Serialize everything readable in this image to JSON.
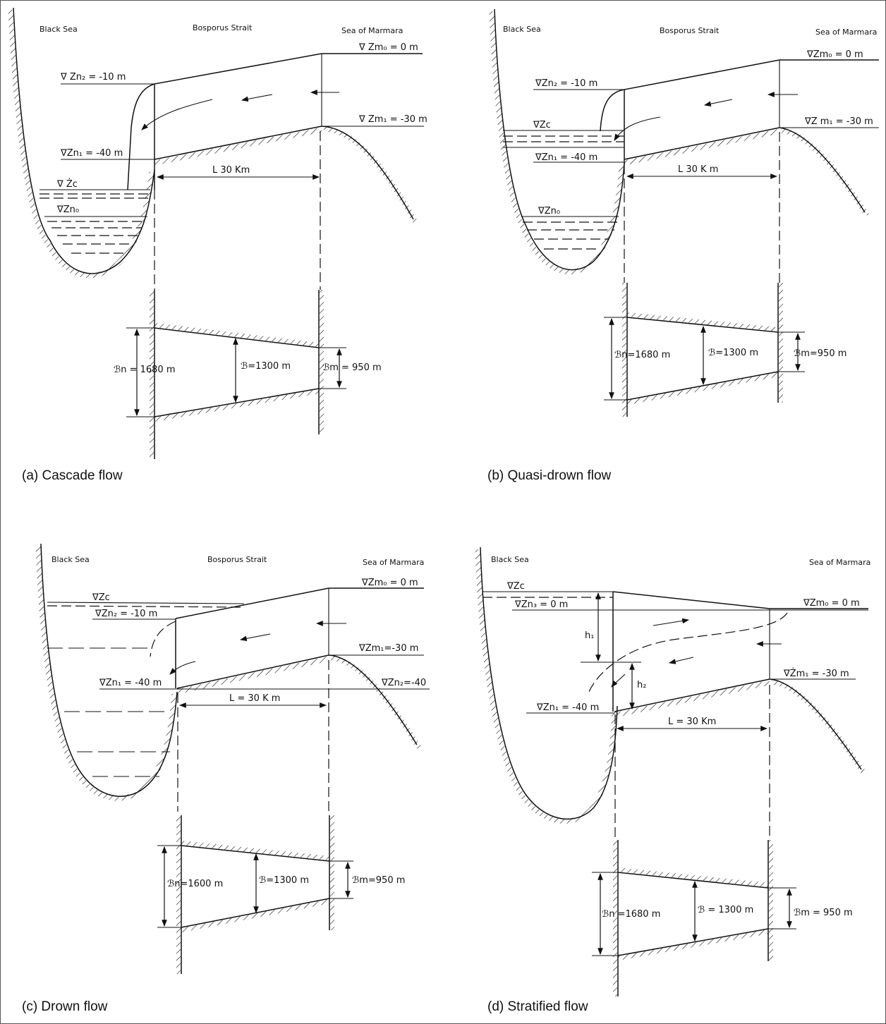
{
  "panels": [
    {
      "id": "a",
      "caption": "(a) Cascade flow",
      "region_left": "Black Sea",
      "region_mid": "Bosporus Strait",
      "region_right": "Sea of Marmara",
      "labels": {
        "zm0": "∇ Zm₀ = 0 m",
        "zn2": "∇ Zn₂ = -10 m",
        "zm1": "∇ Zm₁ = -30 m",
        "zn1": "∇Zn₁ = -40 m",
        "length": "L   30 Km",
        "zc": "∇ Żc",
        "zn0": "∇Zn₀",
        "bn": "ℬn  =  1680 m",
        "b": "ℬ=1300 m",
        "bm": "ℬm = 950 m"
      }
    },
    {
      "id": "b",
      "caption": "(b) Quasi-drown flow",
      "region_left": "Black Sea",
      "region_mid": "Bosporus Strait",
      "region_right": "Sea of Marmara",
      "labels": {
        "zm0": "∇Zm₀ = 0 m",
        "zn2": "∇Zn₂ = -10 m",
        "zm1": "∇Z m₁ = -30 m",
        "zc": "∇Zc",
        "zn1": "∇Zn₁ = -40 m",
        "length": "L   30 K m",
        "zn0": "∇Zn₀",
        "bn": "ℬn=1680 m",
        "b": "ℬ=1300 m",
        "bm": "ℬm=950 m"
      }
    },
    {
      "id": "c",
      "caption": "(c) Drown flow",
      "region_left": "Black Sea",
      "region_mid": "Bosporus Strait",
      "region_right": "Sea of Marmara",
      "labels": {
        "zm0": "∇Zm₀ = 0 m",
        "zc": "∇Zc",
        "zn2": "∇Zn₂ = -10 m",
        "zm1": "∇Zm₁=-30 m",
        "zn1": "∇Zn₁ = -40 m",
        "zn2b": "∇Zn₂=-40",
        "length": "L = 30 K m",
        "bn": "ℬn=1600 m",
        "b": "ℬ=1300 m",
        "bm": "ℬm=950 m"
      }
    },
    {
      "id": "d",
      "caption": "(d) Stratified flow",
      "region_left": "Black Sea",
      "region_right": "Sea of Marmara",
      "labels": {
        "zc": "∇Zc",
        "zn3": "∇Zn₃ = 0 m",
        "zm0": "∇Zm₀ = 0 m",
        "h1": "h₁",
        "h2": "h₂",
        "zm1": "∇Żm₁ = -30 m",
        "zn1": "∇Zn₁ = -40 m",
        "length": "L = 30 Km",
        "bn": "ℬn =1680 m",
        "b": "ℬ = 1300 m",
        "bm": "ℬm = 950 m"
      }
    }
  ]
}
